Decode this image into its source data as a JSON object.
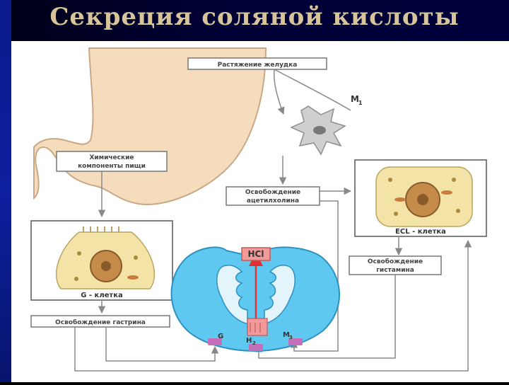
{
  "slide": {
    "title": "Секреция соляной кислоты"
  },
  "diagram": {
    "labels": {
      "stomach_stretch": "Растяжение желудка",
      "m1": "M",
      "m1_sub": "1",
      "food_components_line1": "Химические",
      "food_components_line2": "компоненты пищи",
      "acetylcholine_line1": "Освобождение",
      "acetylcholine_line2": "ацетилхолина",
      "ecl_cell": "ECL - клетка",
      "g_cell": "G - клетка",
      "hcl": "HCl",
      "histamine_line1": "Освобождение",
      "histamine_line2": "гистамина",
      "gastrin_release": "Освобождение гастрина",
      "receptor_g": "G",
      "receptor_h2": "H",
      "receptor_h2_sub": "2",
      "receptor_m3": "M",
      "receptor_m3_sub": "3"
    },
    "colors": {
      "stomach": "#f4dcbd",
      "cell": "#f3e3a6",
      "nucleus": "#c58b4a",
      "parietal_outer": "#5ec8f0",
      "parietal_inner": "#e4f4fb",
      "hcl": "#f29a9a",
      "arrow_red": "#e03030",
      "receptor": "#c56fb8",
      "neuron": "#cfcfcf"
    }
  }
}
